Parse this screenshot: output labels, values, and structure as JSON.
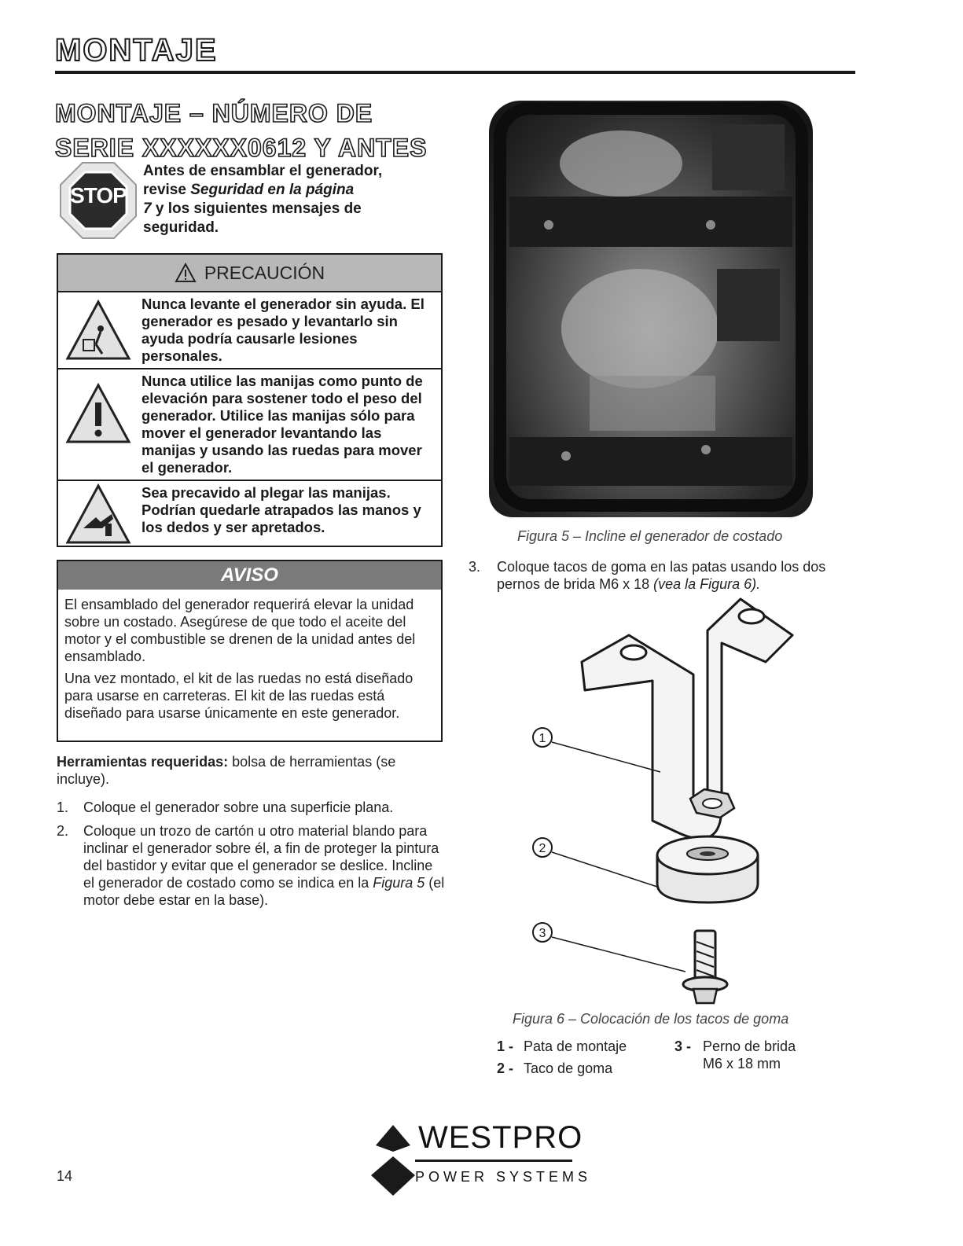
{
  "header": {
    "title": "MONTAJE"
  },
  "section": {
    "title_line1": "MONTAJE – NÚMERO DE",
    "title_line2": "SERIE XXXXXX0612 Y ANTES"
  },
  "stop": {
    "sign_text": "STOP",
    "line1": "Antes de ensamblar el generador,",
    "line2_plain": "revise ",
    "line2_italic": "Seguridad en la página",
    "line3_italic": "7",
    "line3_plain": " y los siguientes mensajes de",
    "line4": "seguridad."
  },
  "caution": {
    "title": "PRECAUCIÓN",
    "items": [
      {
        "text": "Nunca levante el generador sin ayuda. El generador es pesado y levantarlo sin ayuda podría causarle lesiones personales."
      },
      {
        "text": "Nunca utilice las manijas como punto de elevación para sostener todo el peso del generador. Utilice las manijas sólo para mover el generador levantando las manijas y usando las ruedas para mover el generador."
      },
      {
        "text": "Sea precavido al plegar las manijas. Podrían quedarle atrapados las manos y los dedos y ser apretados."
      }
    ]
  },
  "notice": {
    "title": "AVISO",
    "p1": "El ensamblado del generador requerirá elevar la unidad sobre un costado. Asegúrese de que todo el aceite del motor y el combustible se drenen de la unidad antes del ensamblado.",
    "p2": "Una vez montado, el kit de las ruedas no está diseñado para usarse en carreteras. El kit de las ruedas está diseñado para usarse únicamente en este generador."
  },
  "tools": {
    "label": "Herramientas requeridas:",
    "text": " bolsa de herramientas (se incluye)."
  },
  "steps": [
    {
      "num": "1.",
      "text": "Coloque el generador sobre una superficie plana."
    },
    {
      "num": "2.",
      "text_a": "Coloque un trozo de cartón u otro material blando para inclinar el generador sobre él, a fin de proteger la pintura del bastidor y evitar que el generador se deslice. Incline el generador de costado como se indica en la ",
      "text_italic": "Figura 5",
      "text_b": " (el motor debe estar en la base)."
    },
    {
      "num": "3.",
      "text_a": "Coloque tacos de goma en las patas usando los dos pernos de brida M6 x 18 ",
      "text_italic": "(vea la Figura 6)."
    }
  ],
  "figure5": {
    "caption": "Figura 5 – Incline el generador de costado"
  },
  "figure6": {
    "caption": "Figura 6 – Colocación de los tacos de goma",
    "callouts": [
      "1",
      "2",
      "3"
    ],
    "legend": [
      {
        "num": "1 -",
        "text": "Pata de montaje"
      },
      {
        "num": "2 -",
        "text": "Taco de goma"
      },
      {
        "num": "3 -",
        "text": "Perno de brida M6 x 18 mm"
      }
    ]
  },
  "footer": {
    "page_number": "14",
    "brand": "WESTPRO",
    "brand_sub": "POWER SYSTEMS"
  }
}
